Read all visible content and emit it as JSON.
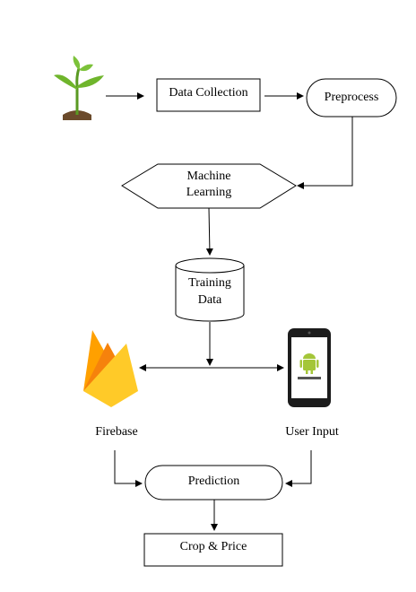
{
  "nodes": {
    "data_collection": "Data Collection",
    "preprocess": "Preprocess",
    "machine_learning": [
      "Machine",
      "Learning"
    ],
    "training_data": [
      "Training",
      "Data"
    ],
    "firebase": "Firebase",
    "user_input": "User Input",
    "prediction": "Prediction",
    "crop_price": "Crop & Price"
  },
  "icons": {
    "source": "plant-sprout-icon",
    "database": "firebase-icon",
    "client": "android-phone-icon"
  },
  "colors": {
    "line": "#000000",
    "leaf": "#6fb52c",
    "soil": "#6b4a2b",
    "firebase_yellow": "#ffca28",
    "firebase_orange": "#f6820c",
    "android_green": "#a4c639"
  }
}
